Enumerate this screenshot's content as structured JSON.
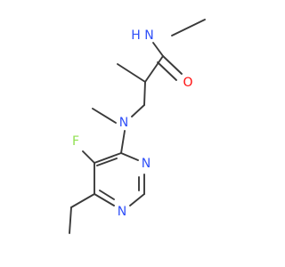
{
  "atoms": {
    "amide_nh": {
      "text": "H N",
      "color": "#3050F8"
    },
    "carbonyl_o": {
      "text": "O",
      "color": "#FF0D0D"
    },
    "amine_n": {
      "text": "N",
      "color": "#3050F8"
    },
    "fluorine": {
      "text": "F",
      "color": "#90E050"
    },
    "ring_n3": {
      "text": "N",
      "color": "#3050F8"
    },
    "ring_n1": {
      "text": "N",
      "color": "#3050F8"
    }
  },
  "colors": {
    "bond": "#3a3a3a"
  }
}
